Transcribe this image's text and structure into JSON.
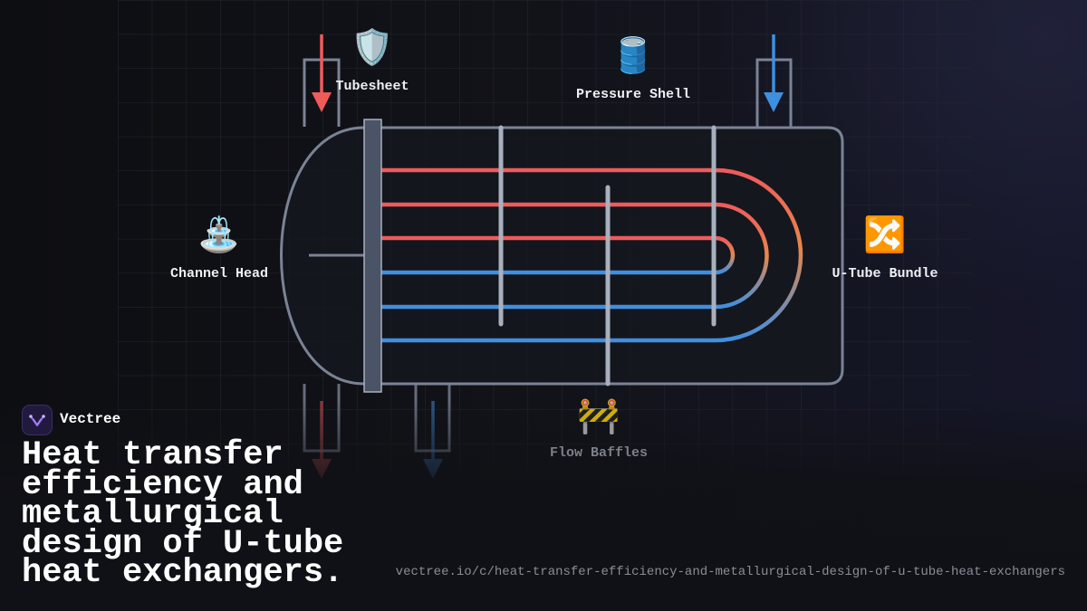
{
  "brand": {
    "name": "Vectree",
    "logo_icon": "vectree-logo-icon"
  },
  "title": "Heat transfer efficiency and metallurgical design of U-tube heat exchangers.",
  "url": "vectree.io/c/heat-transfer-efficiency-and-metallurgical-design-of-u-tube-heat-exchangers",
  "labels": {
    "tubesheet": {
      "text": "Tubesheet",
      "icon": "shield-icon",
      "glyph": "🛡️"
    },
    "pressure_shell": {
      "text": "Pressure Shell",
      "icon": "database-cylinder-icon",
      "glyph": "🛢️"
    },
    "channel_head": {
      "text": "Channel Head",
      "icon": "fountain-icon",
      "glyph": "⛲"
    },
    "u_tube_bundle": {
      "text": "U-Tube Bundle",
      "icon": "shuffle-arrows-icon",
      "glyph": "🔀"
    },
    "flow_baffles": {
      "text": "Flow Baffles",
      "icon": "construction-barrier-icon",
      "glyph": "🚧"
    }
  },
  "colors": {
    "hot": "#ef5b5b",
    "cold": "#3f8fe0",
    "shell": "#7a8396",
    "baffle": "#a9b0bd",
    "tubesheet": "#4b5366",
    "accent": "#7b5cd6"
  }
}
